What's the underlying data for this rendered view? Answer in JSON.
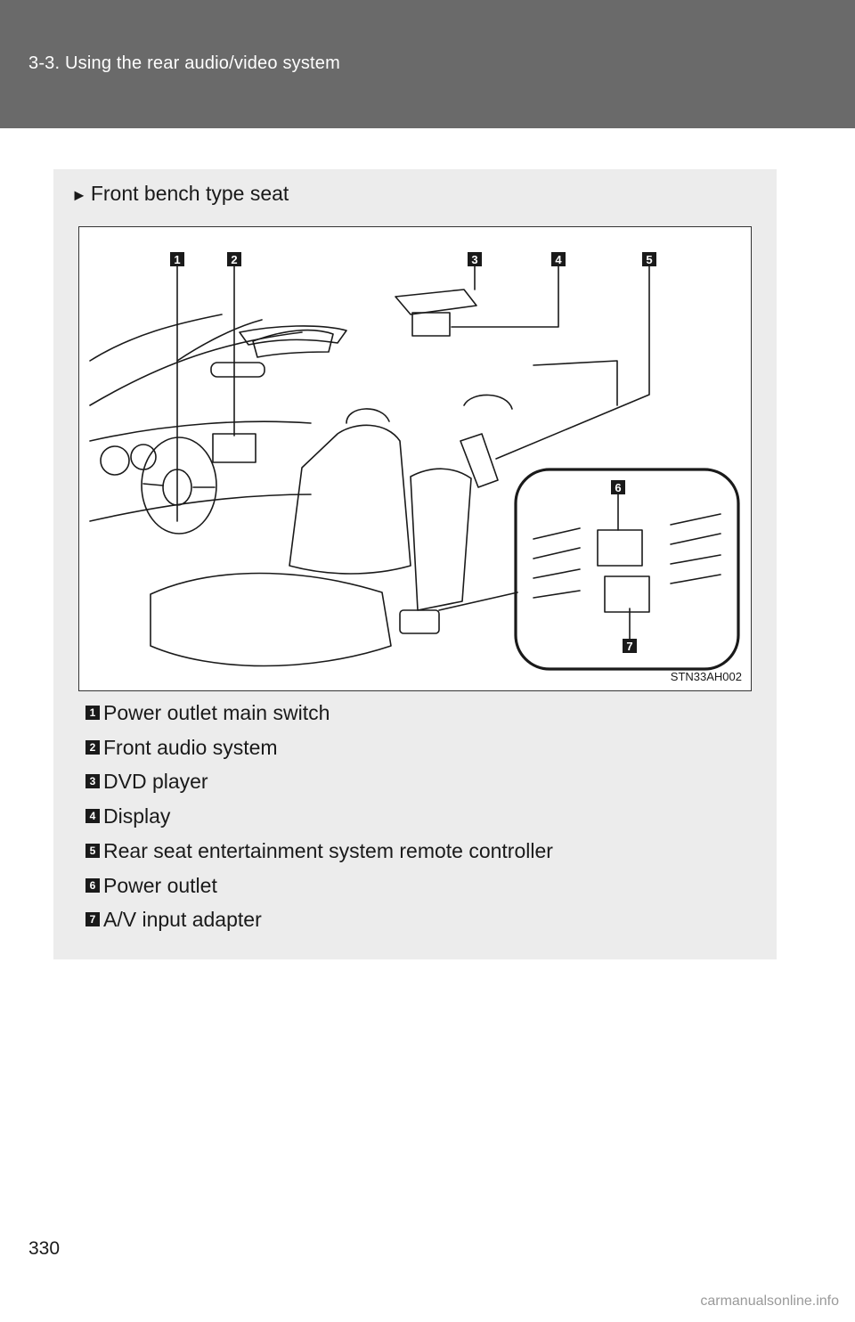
{
  "header": {
    "title": "3-3. Using the rear audio/video system"
  },
  "section": {
    "marker": "►",
    "heading": "Front bench type seat"
  },
  "figure": {
    "code": "STN33AH002",
    "callouts": [
      "1",
      "2",
      "3",
      "4",
      "5",
      "6",
      "7"
    ]
  },
  "legend": [
    {
      "number": "1",
      "label": "Power outlet main switch"
    },
    {
      "number": "2",
      "label": "Front audio system"
    },
    {
      "number": "3",
      "label": "DVD player"
    },
    {
      "number": "4",
      "label": "Display"
    },
    {
      "number": "5",
      "label": "Rear seat entertainment system remote controller"
    },
    {
      "number": "6",
      "label": "Power outlet"
    },
    {
      "number": "7",
      "label": "A/V input adapter"
    }
  ],
  "page": {
    "number": "330"
  },
  "watermark": "carmanualsonline.info"
}
